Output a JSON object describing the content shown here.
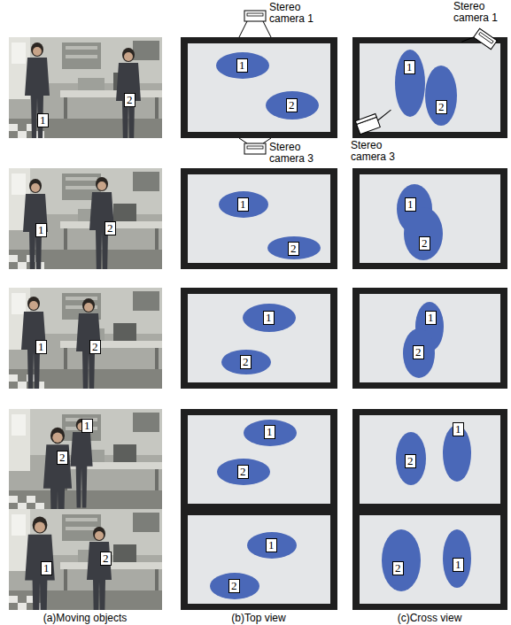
{
  "diagram": {
    "nodes": [
      {
        "text": [
          "1"
        ]
      },
      {
        "text": [
          "2"
        ]
      },
      {
        "text": [
          "1"
        ]
      },
      {
        "text": [
          "2"
        ]
      },
      {
        "text": [
          "1"
        ]
      },
      {
        "text": [
          "2"
        ]
      },
      {
        "text": [
          "1"
        ]
      },
      {
        "text": [
          "2"
        ]
      },
      {
        "text": [
          "1"
        ]
      },
      {
        "text": [
          "2"
        ]
      },
      {
        "text": [
          "1"
        ]
      },
      {
        "text": [
          "2"
        ]
      },
      {
        "text": [
          "1"
        ]
      },
      {
        "text": [
          "2"
        ]
      },
      {
        "text": [
          "1"
        ]
      },
      {
        "text": [
          "2"
        ]
      },
      {
        "text": [
          "1"
        ]
      },
      {
        "text": [
          "2"
        ]
      },
      {
        "text": [
          "1"
        ]
      },
      {
        "text": [
          "2"
        ]
      },
      {
        "text": [
          "1"
        ]
      },
      {
        "text": [
          "2"
        ]
      },
      {
        "text": [
          "1"
        ]
      },
      {
        "text": [
          "2"
        ]
      },
      {
        "text": [
          "1"
        ]
      },
      {
        "text": [
          "2"
        ]
      },
      {
        "text": [
          "1"
        ]
      },
      {
        "text": [
          "2"
        ]
      },
      {
        "text": [
          "1"
        ]
      },
      {
        "text": [
          "2"
        ]
      }
    ],
    "labels": [
      "Stereo camera 1",
      "Stereo camera 3",
      "Stereo camera 1",
      "Stereo camera 3",
      "(a)Moving objects",
      "(b)Top view",
      "(c)Cross view"
    ]
  }
}
